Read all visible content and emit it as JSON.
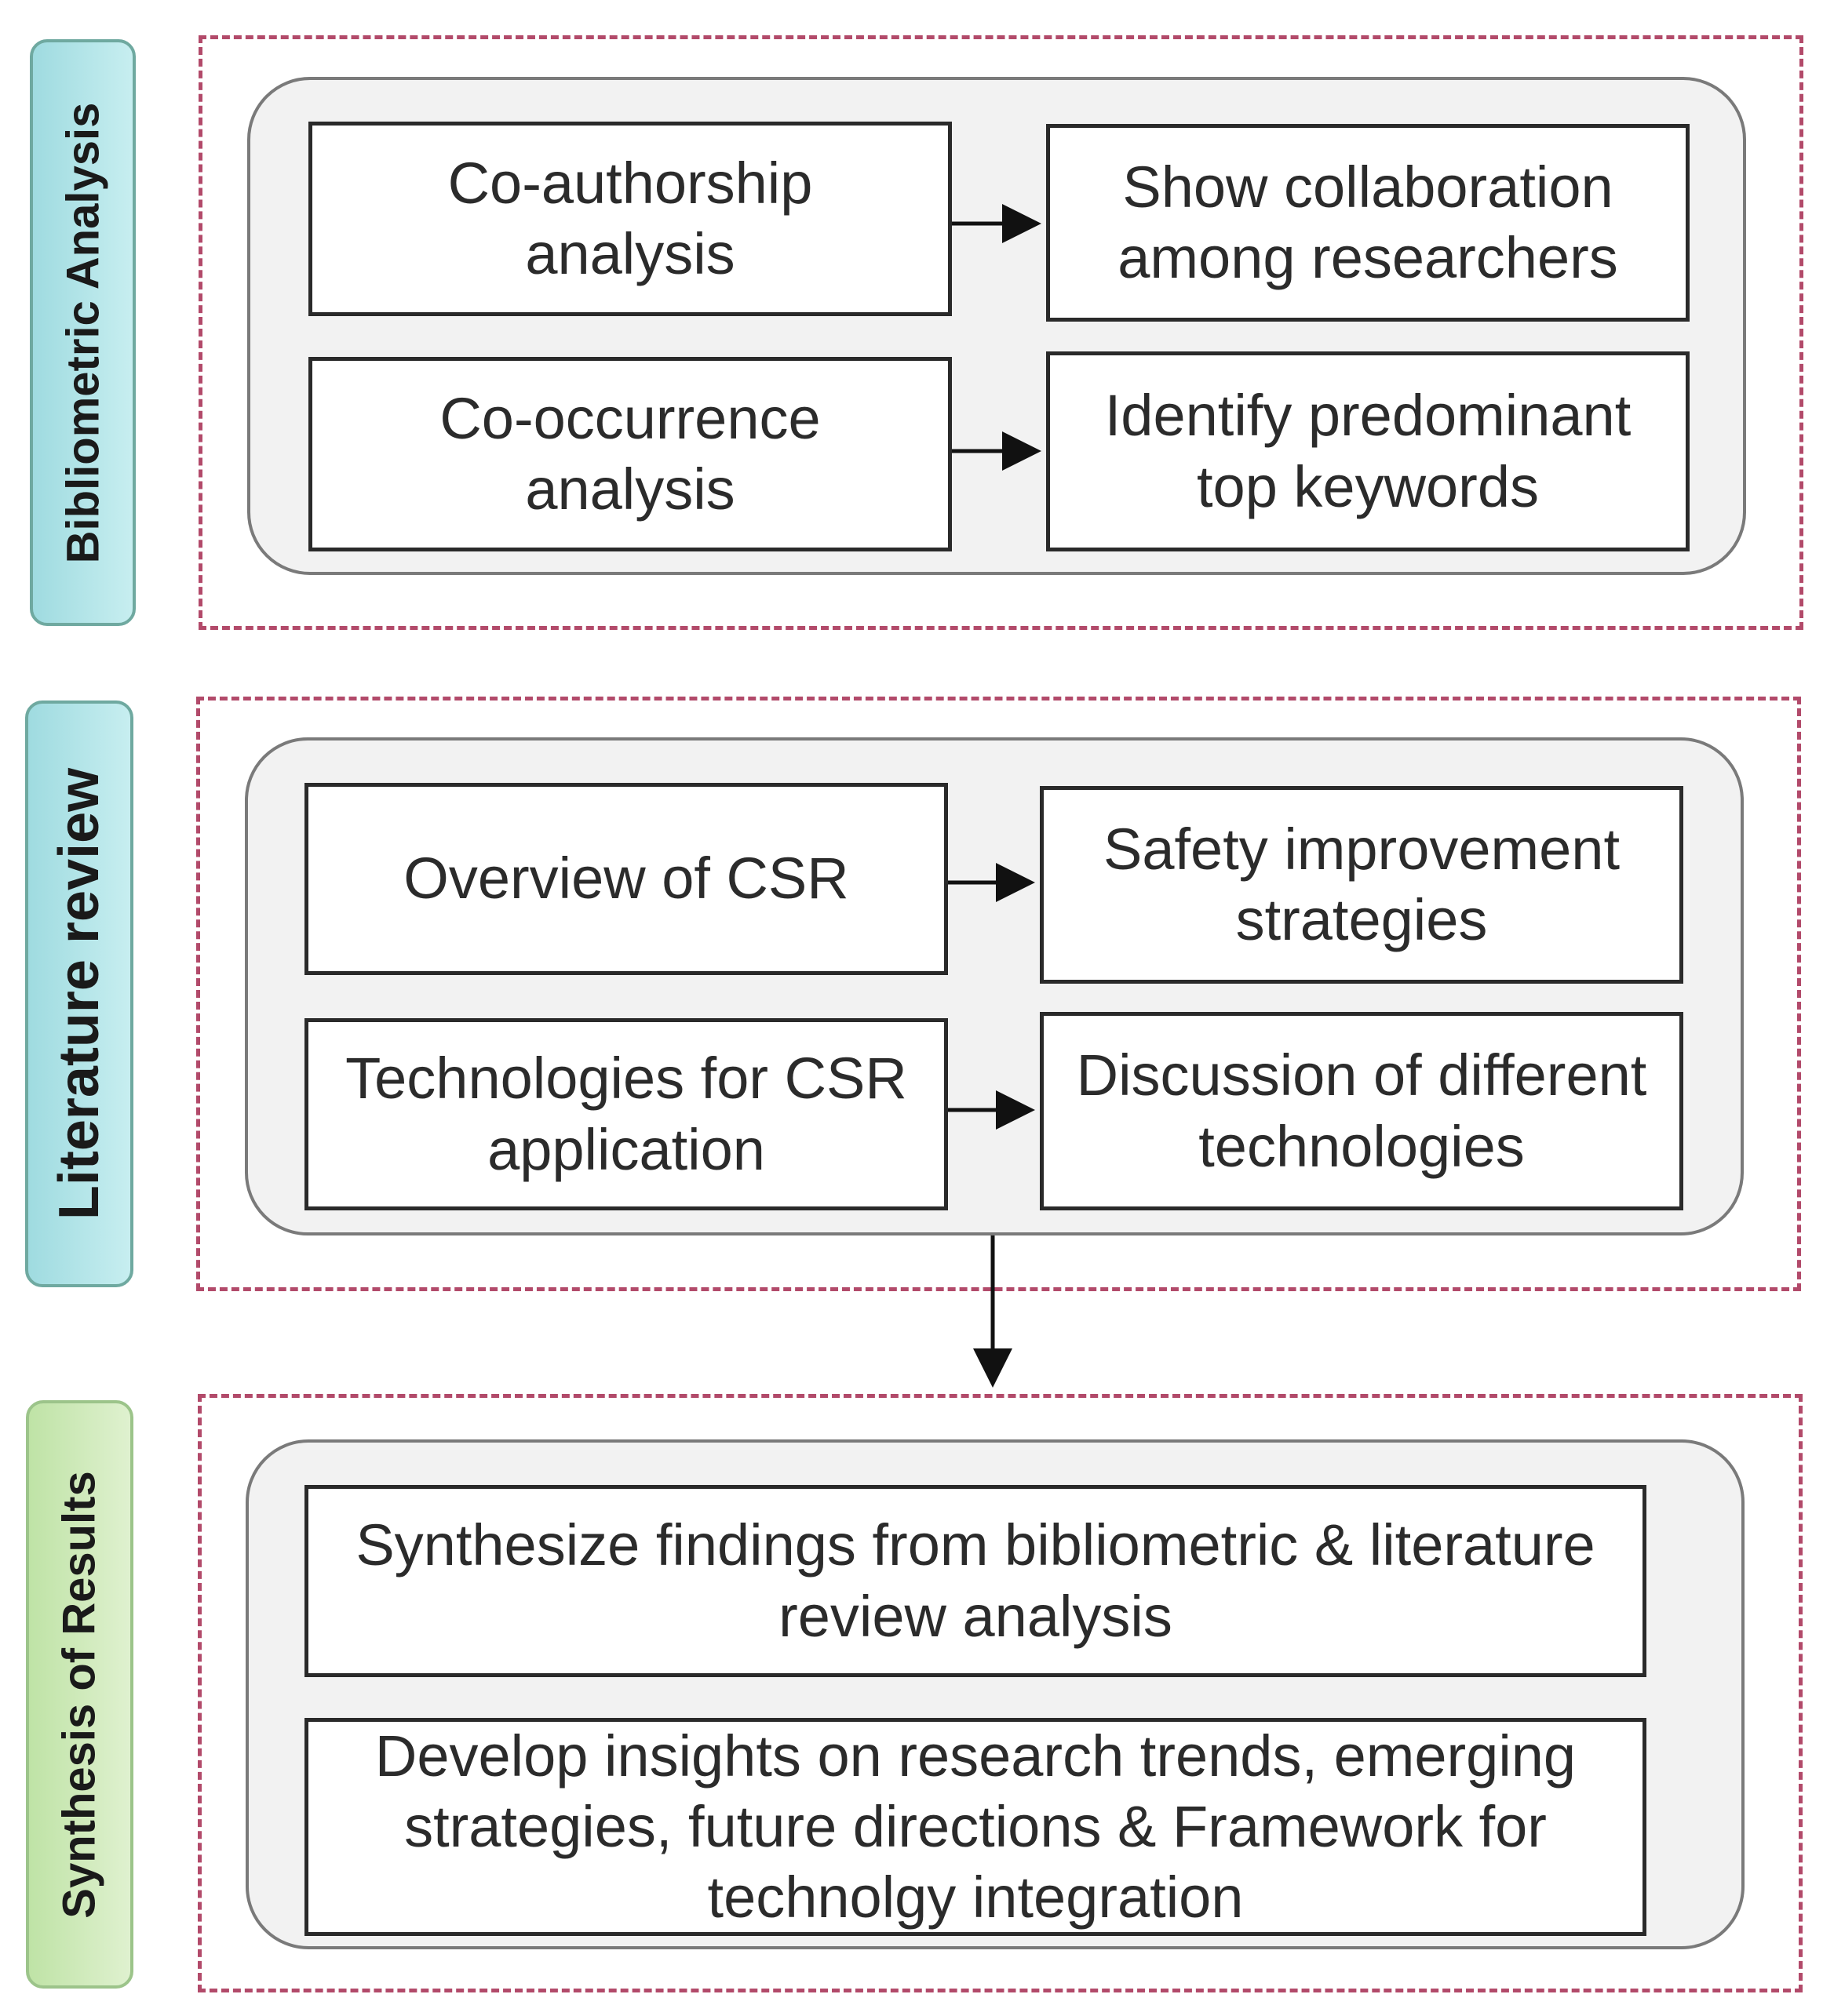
{
  "sections": [
    {
      "label": "Bibliometric Analysis",
      "rows": [
        {
          "left": "Co-authorship analysis",
          "right": "Show collaboration among researchers"
        },
        {
          "left": "Co-occurrence analysis",
          "right": "Identify predominant top keywords"
        }
      ]
    },
    {
      "label": "Literature review",
      "rows": [
        {
          "left": "Overview of CSR",
          "right": "Safety improvement strategies"
        },
        {
          "left": "Technologies for CSR application",
          "right": "Discussion of different technologies"
        }
      ]
    },
    {
      "label": "Synthesis of Results",
      "items": [
        "Synthesize findings from bibliometric & literature review analysis",
        "Develop insights on research trends, emerging strategies, future directions & Framework for technolgy integration"
      ]
    }
  ],
  "colors": {
    "section_label_teal": "#9fdbe0",
    "section_label_green": "#bfe3a6",
    "dashed_border": "#b24a6a",
    "inner_panel": "#f2f2f2"
  }
}
